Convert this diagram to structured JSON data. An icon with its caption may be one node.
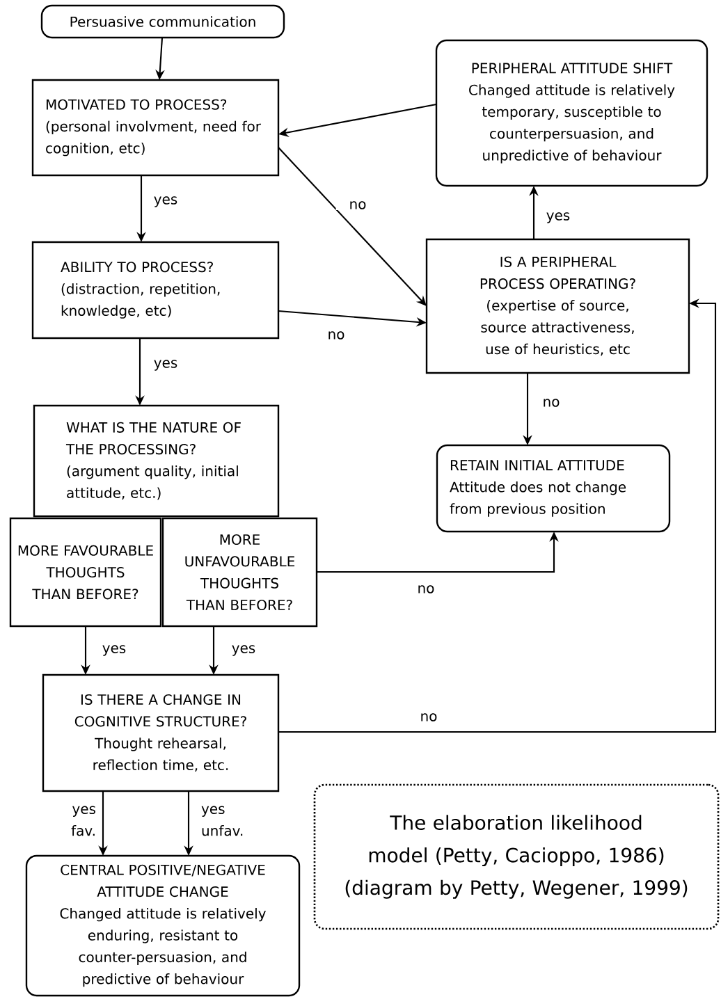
{
  "diagram": {
    "nodes": [
      {
        "text": [
          "Persuasive communication"
        ]
      },
      {
        "text": [
          "MOTIVATED TO PROCESS?",
          "(personal involvment, need for cognition, etc)"
        ]
      },
      {
        "text": [
          "PERIPHERAL ATTITUDE SHIFT",
          "Changed attitude is relatively temporary, susceptible to counterpersuasion, and unpredictive of behaviour"
        ]
      },
      {
        "text": [
          "ABILITY TO PROCESS?",
          "(distraction, repetition, knowledge, etc)"
        ]
      },
      {
        "text": [
          "IS A PERIPHERAL PROCESS OPERATING?",
          "(expertise of source, source attractiveness, use of heuristics, etc"
        ]
      },
      {
        "text": [
          "WHAT IS THE NATURE OF THE PROCESSING?",
          "(argument quality, initial attitude, etc.)"
        ]
      },
      {
        "text": [
          "RETAIN INITIAL ATTITUDE",
          "Attitude does not change from previous position"
        ]
      },
      {
        "text": [
          "MORE FAVOURABLE THOUGHTS THAN BEFORE?"
        ]
      },
      {
        "text": [
          "MORE UNFAVOURABLE THOUGHTS THAN BEFORE?"
        ]
      },
      {
        "text": [
          "IS THERE A CHANGE IN COGNITIVE STRUCTURE?",
          "Thought rehearsal, reflection time, etc."
        ]
      },
      {
        "text": [
          "CENTRAL POSITIVE/NEGATIVE ATTITUDE CHANGE",
          "Changed attitude is relatively enduring, resistant to counter-persuasion, and predictive of behaviour"
        ]
      },
      {
        "text": [
          "The elaboration likelihood model (Petty, Cacioppo, 1986) (diagram by Petty, Wegener, 1999)"
        ]
      }
    ],
    "edges": [
      {
        "from": 0,
        "to": 1,
        "arrow": "to"
      },
      {
        "from": 1,
        "to": 3,
        "arrow": "to",
        "label": "yes"
      },
      {
        "from": 3,
        "to": 5,
        "arrow": "to",
        "label": "yes"
      },
      {
        "from": 1,
        "to": 4,
        "arrow": "to",
        "label": "no"
      },
      {
        "from": 3,
        "to": 4,
        "arrow": "to",
        "label": "no"
      },
      {
        "from": 2,
        "to": 1,
        "arrow": "to"
      },
      {
        "from": 4,
        "to": 2,
        "arrow": "to",
        "label": "yes"
      },
      {
        "from": 4,
        "to": 6,
        "arrow": "to",
        "label": "no"
      },
      {
        "from": 8,
        "to": 6,
        "arrow": "to",
        "label": "no"
      },
      {
        "from": 7,
        "to": 9,
        "arrow": "to",
        "label": "yes"
      },
      {
        "from": 8,
        "to": 9,
        "arrow": "to",
        "label": "yes"
      },
      {
        "from": 9,
        "to": 4,
        "arrow": "to",
        "label": "no"
      },
      {
        "from": 9,
        "to": 10,
        "arrow": "to",
        "label": "yes fav."
      },
      {
        "from": 9,
        "to": 10,
        "arrow": "to",
        "label": "yes unfav."
      }
    ]
  }
}
